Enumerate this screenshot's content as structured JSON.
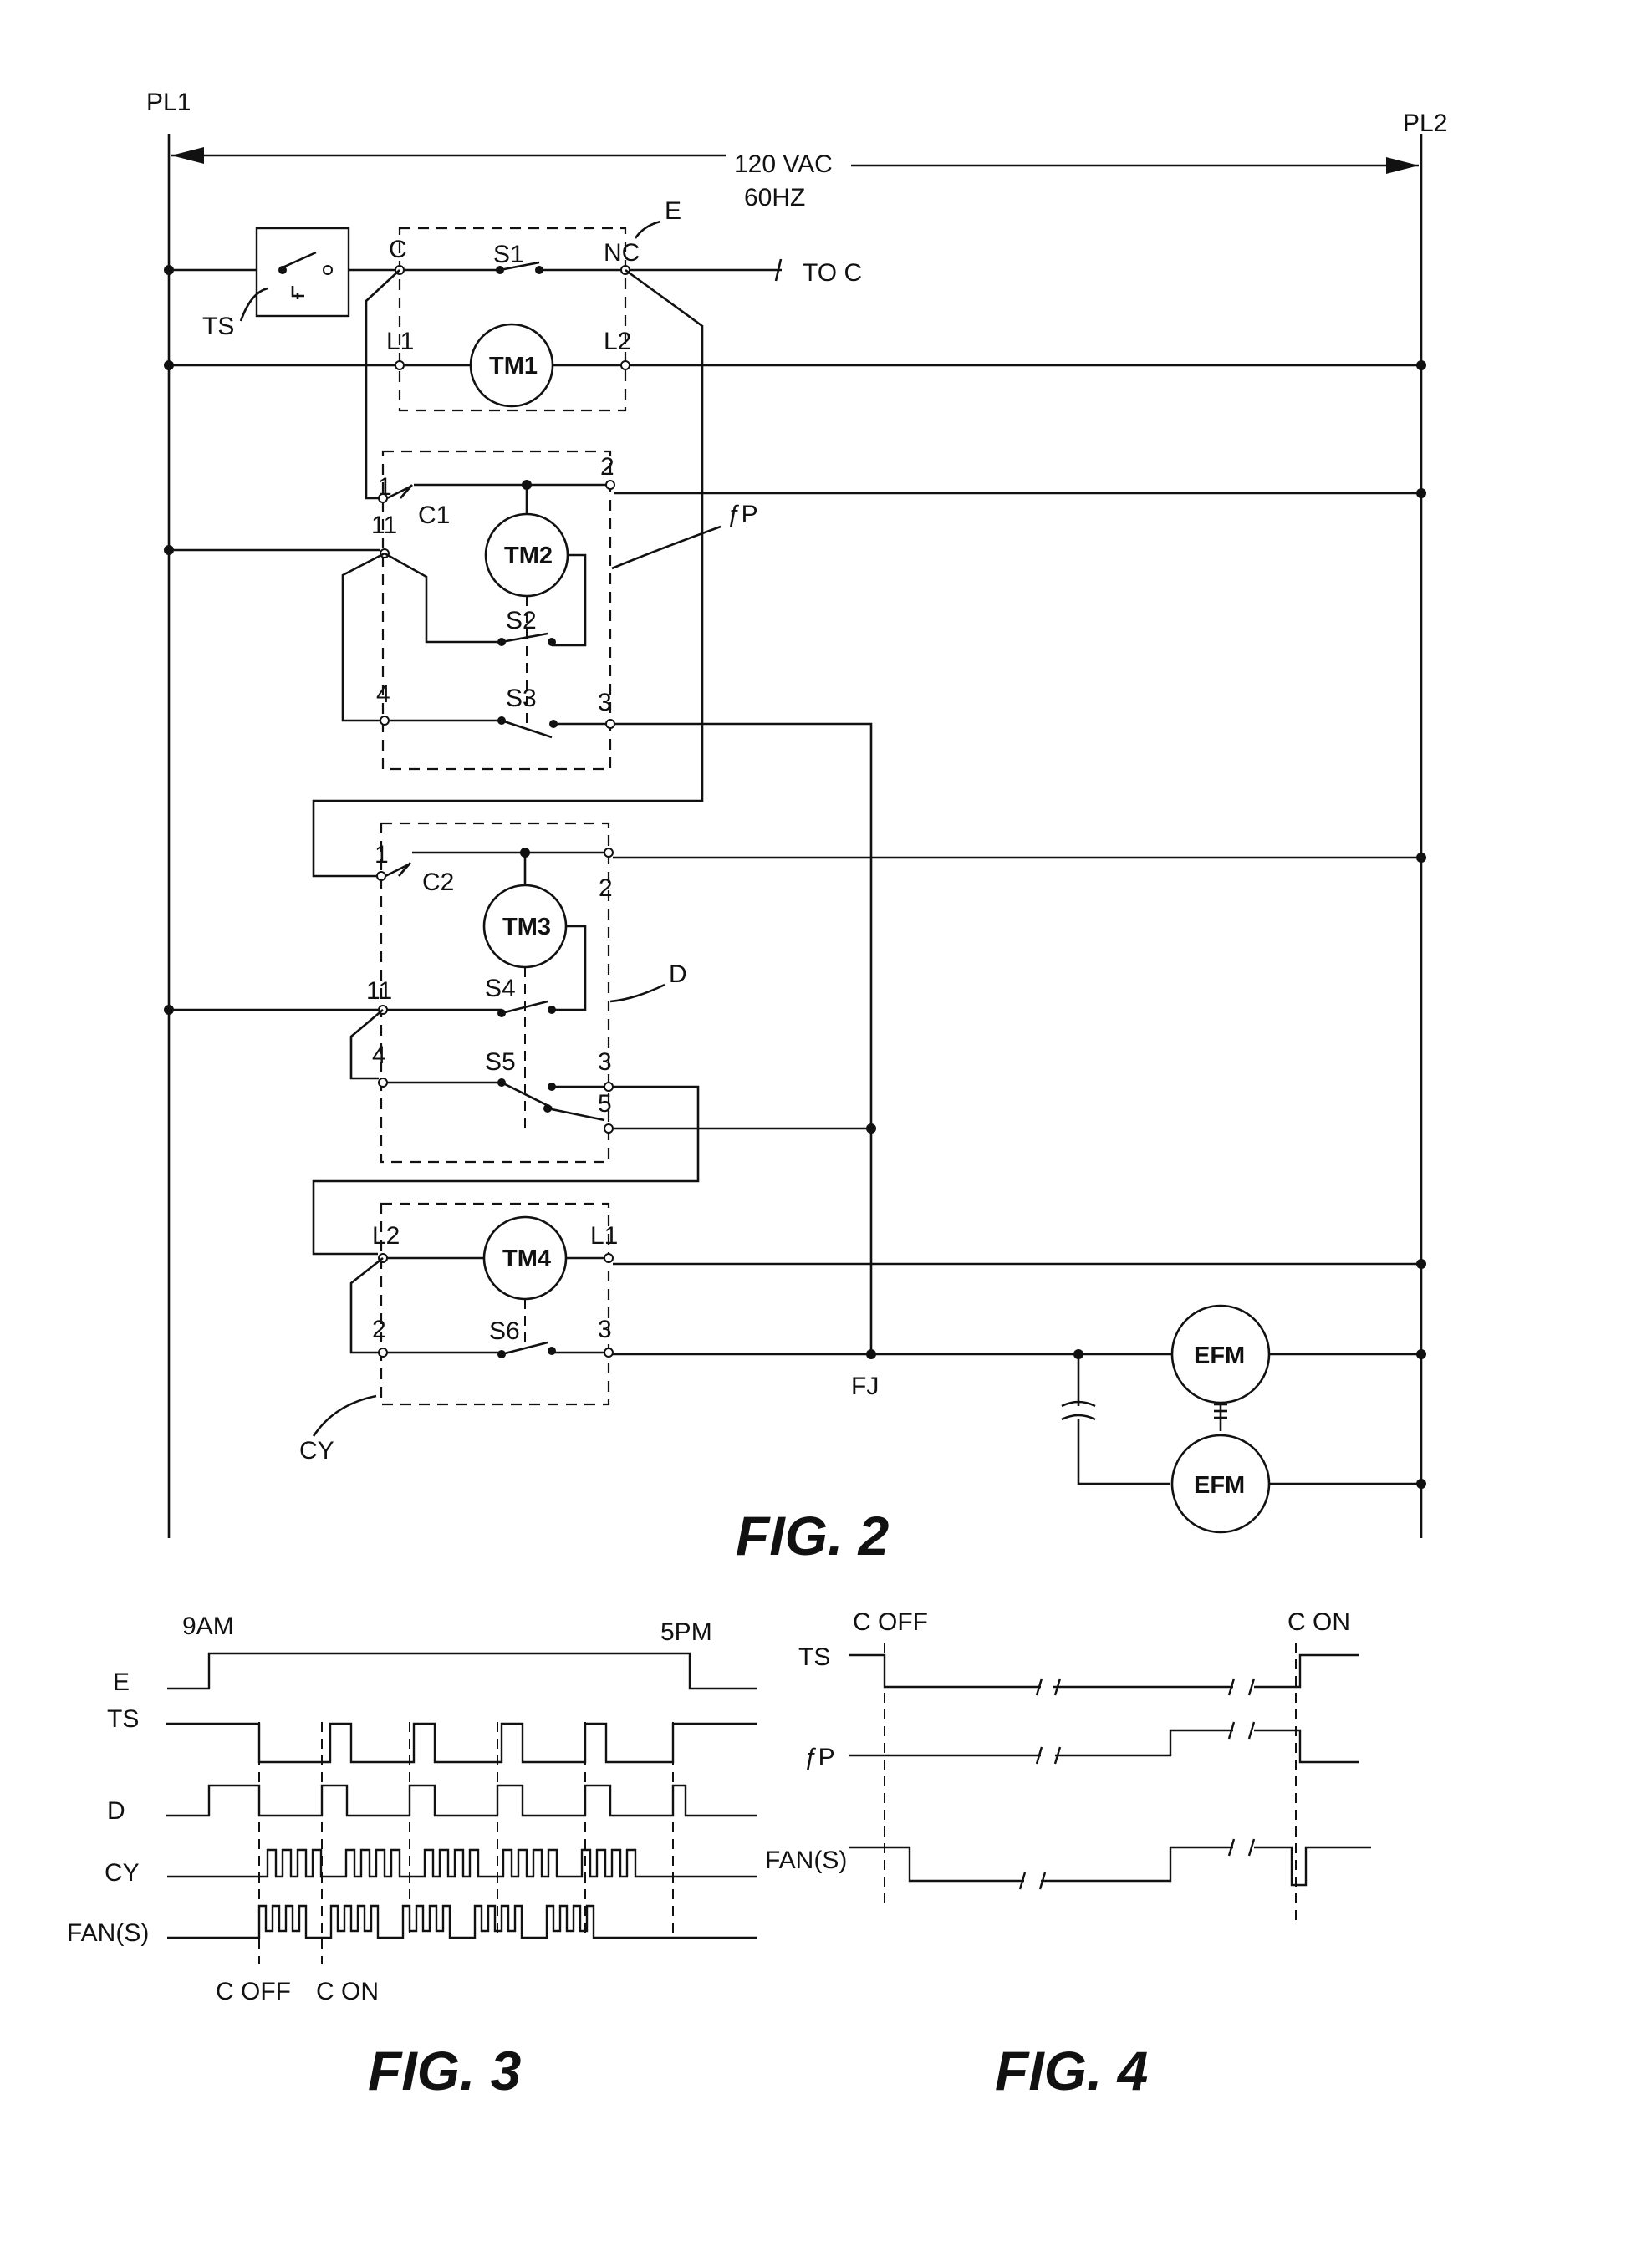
{
  "fig2": {
    "rail_left": "PL1",
    "rail_right": "PL2",
    "supply_voltage": "120 VAC",
    "supply_freq": "60HZ",
    "thermostat": "TS",
    "timer_e": {
      "tag": "E",
      "term_c": "C",
      "switch": "S1",
      "term_nc": "NC",
      "to_c": "TO C",
      "term_l1": "L1",
      "term_l2": "L2",
      "motor": "TM1"
    },
    "timer_fp": {
      "tag": "ƒP",
      "term_1": "1",
      "cam": "C1",
      "term_2": "2",
      "term_11": "11",
      "motor": "TM2",
      "switch_2": "S2",
      "term_4": "4",
      "switch_3": "S3",
      "term_3": "3"
    },
    "timer_d": {
      "tag": "D",
      "term_1": "1",
      "cam": "C2",
      "term_2": "2",
      "motor": "TM3",
      "term_11": "11",
      "switch_4": "S4",
      "term_4": "4",
      "switch_5": "S5",
      "term_3": "3",
      "term_5": "5"
    },
    "timer_cy": {
      "tag": "CY",
      "term_l2": "L2",
      "motor": "TM4",
      "term_l1": "L1",
      "term_2": "2",
      "switch_6": "S6",
      "term_3": "3"
    },
    "junction": "FJ",
    "fan_motor_1": "EFM",
    "fan_motor_2": "EFM",
    "caption": "FIG. 2"
  },
  "fig3": {
    "time_start": "9AM",
    "time_end": "5PM",
    "signals": [
      "E",
      "TS",
      "D",
      "CY",
      "FAN(S)"
    ],
    "marker_off": "C OFF",
    "marker_on": "C ON",
    "caption": "FIG. 3"
  },
  "fig4": {
    "marker_off": "C OFF",
    "marker_on": "C ON",
    "signals": [
      "TS",
      "ƒP",
      "FAN(S)"
    ],
    "caption": "FIG. 4"
  }
}
